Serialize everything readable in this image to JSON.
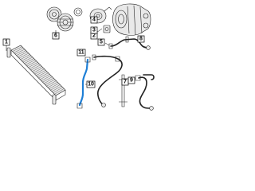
{
  "callouts": {
    "c1": "1",
    "c2": "2",
    "c3": "3",
    "c4": "4",
    "c5": "5",
    "c6": "6",
    "c7": "7",
    "c8": "8",
    "c9": "9",
    "c10": "10",
    "c11": "11"
  },
  "colors": {
    "highlight_hose": "#1e7fd6",
    "line_art": "#222222"
  }
}
